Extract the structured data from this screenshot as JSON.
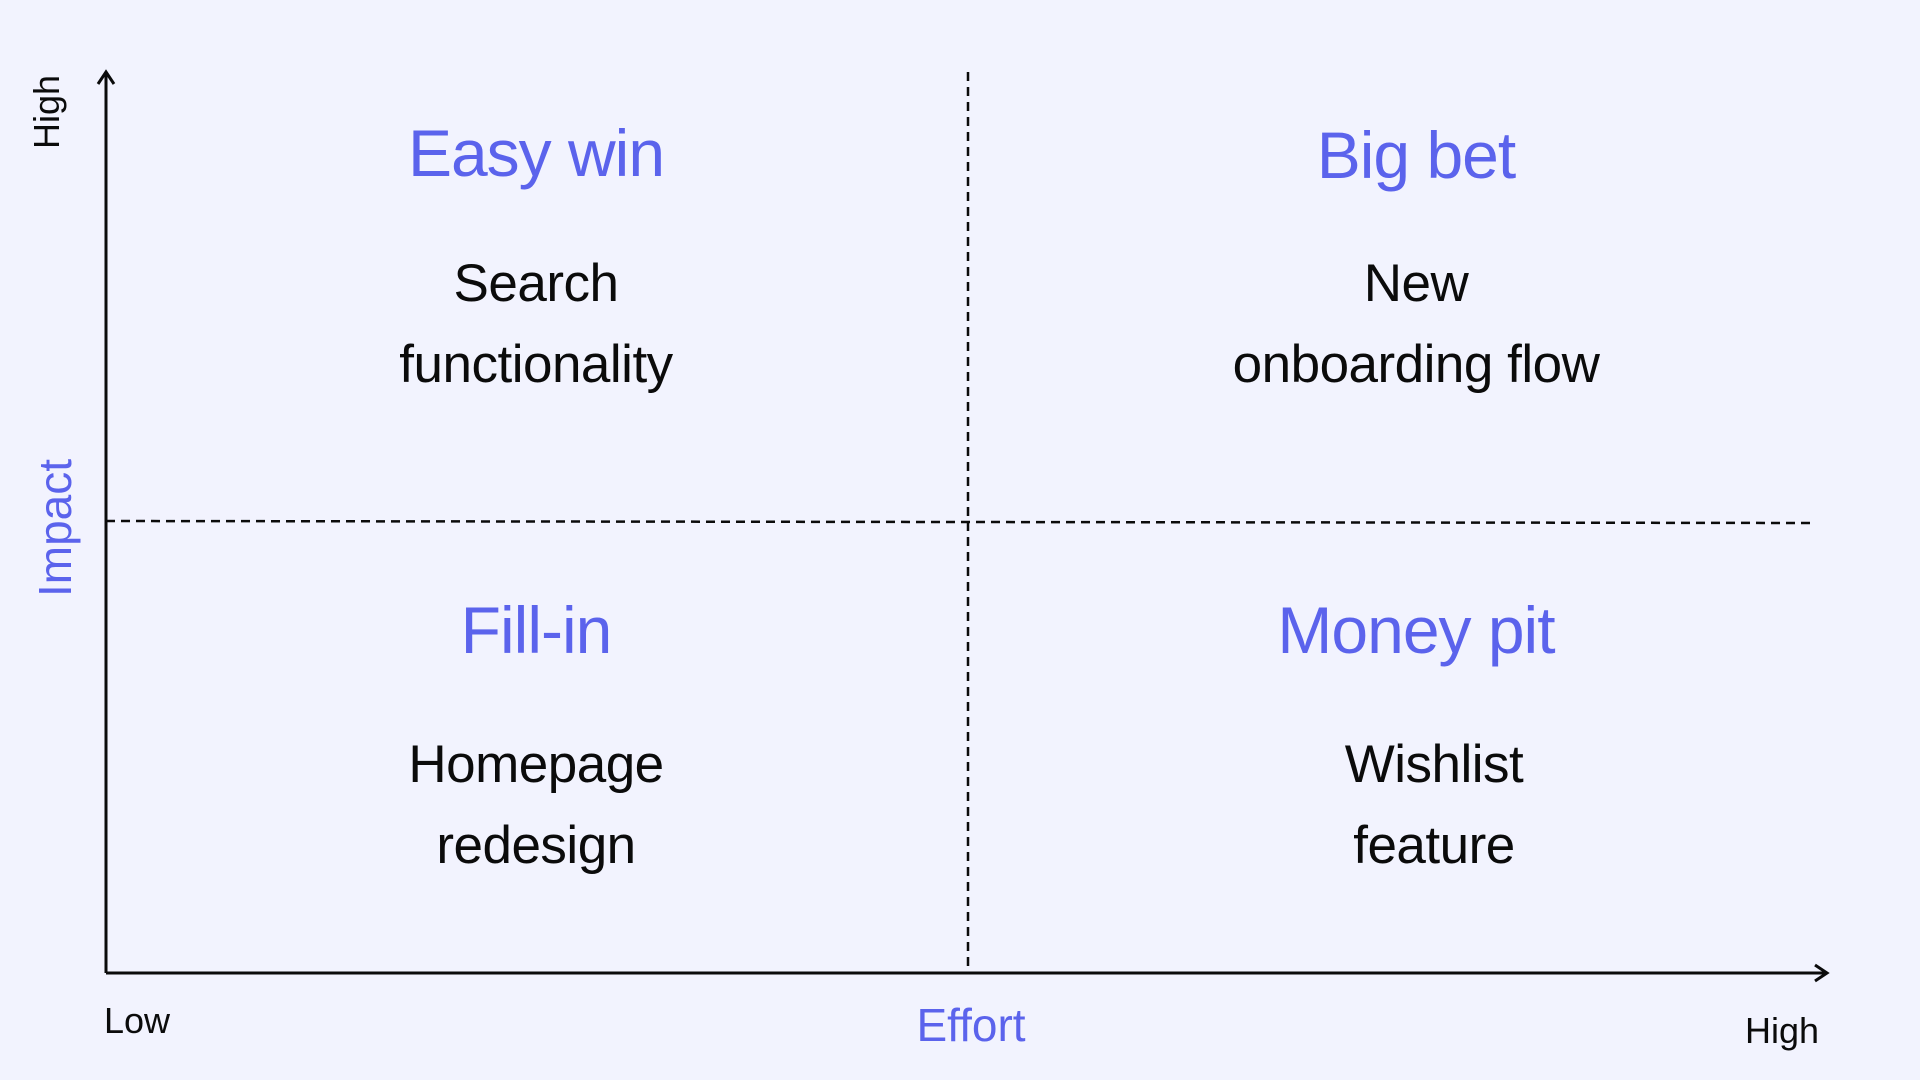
{
  "colors": {
    "accent": "#5b63ec",
    "text": "#0b0b0b",
    "background": "#f2f3fe",
    "axis": "#0b0b0b"
  },
  "axes": {
    "y": {
      "title": "Impact",
      "high_label": "High"
    },
    "x": {
      "title": "Effort",
      "low_label": "Low",
      "high_label": "High"
    }
  },
  "quadrants": {
    "top_left": {
      "title": "Easy win",
      "lines": [
        "Search",
        "functionality"
      ]
    },
    "top_right": {
      "title": "Big bet",
      "lines": [
        "New",
        "onboarding flow"
      ]
    },
    "bottom_left": {
      "title": "Fill-in",
      "lines": [
        "Homepage",
        "redesign"
      ]
    },
    "bottom_right": {
      "title": "Money pit",
      "lines": [
        "Wishlist",
        "feature"
      ]
    }
  }
}
